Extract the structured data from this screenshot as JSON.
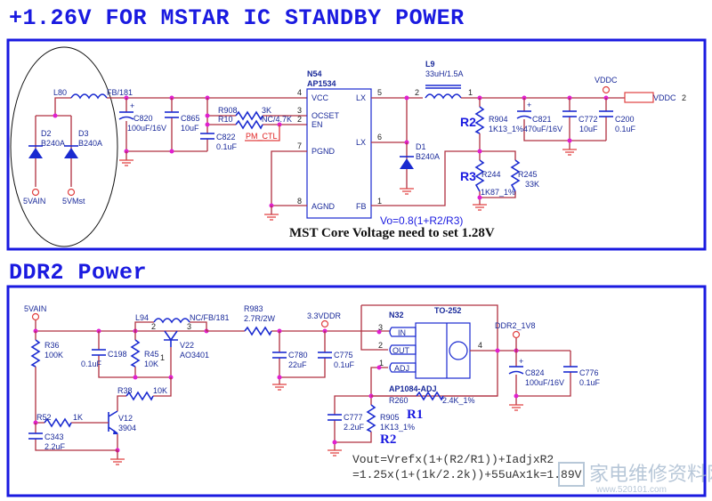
{
  "section1": {
    "title": "+1.26V FOR MSTAR IC STANDBY POWER",
    "inputs": {
      "vain": "5VAIN",
      "vmst": "5VMst"
    },
    "L80": {
      "ref": "L80",
      "value": "FB/181"
    },
    "D2": {
      "ref": "D2",
      "value": "B240A"
    },
    "D3": {
      "ref": "D3",
      "value": "B240A"
    },
    "C820": {
      "ref": "C820",
      "value": "100uF/16V"
    },
    "C865": {
      "ref": "C865",
      "value": "10uF"
    },
    "C822": {
      "ref": "C822",
      "value": "0.1uF"
    },
    "R908": {
      "ref": "R908",
      "value": "3K"
    },
    "R10": {
      "ref": "R10",
      "value": "NC/4.7K"
    },
    "pm_ctl": "PM_CTL",
    "ic": {
      "ref": "N54",
      "part": "AP1534",
      "pins_left": [
        {
          "num": "4",
          "name": "VCC"
        },
        {
          "num": "3",
          "name": "OCSET"
        },
        {
          "num": "2",
          "name": "EN"
        },
        {
          "num": "7",
          "name": "PGND"
        },
        {
          "num": "8",
          "name": "AGND"
        }
      ],
      "pins_right": [
        {
          "num": "5",
          "name": "LX"
        },
        {
          "num": "6",
          "name": "LX"
        },
        {
          "num": "1",
          "name": "FB"
        }
      ]
    },
    "L9": {
      "ref": "L9",
      "value": "33uH/1.5A",
      "pin_a": "2",
      "pin_b": "1"
    },
    "D1": {
      "ref": "D1",
      "value": "B240A"
    },
    "R904": {
      "ref": "R904",
      "value": "1K13_1%",
      "role": "R2"
    },
    "R244": {
      "ref": "R244",
      "value": "1K87_1%",
      "role": "R3"
    },
    "R245": {
      "ref": "R245",
      "value": "33K"
    },
    "C821": {
      "ref": "C821",
      "value": "470uF/16V"
    },
    "C772": {
      "ref": "C772",
      "value": "10uF"
    },
    "C200": {
      "ref": "C200",
      "value": "0.1uF"
    },
    "vddc_net": "VDDC",
    "vddc_port": "VDDC",
    "vddc_port_pin": "2",
    "formula": "Vo=0.8(1+R2/R3)",
    "note": "MST Core Voltage need to set 1.28V"
  },
  "section2": {
    "title": "DDR2 Power",
    "input": "5VAIN",
    "R36": {
      "ref": "R36",
      "value": "100K"
    },
    "C198": {
      "ref": "C198",
      "value": "0.1uF"
    },
    "R45": {
      "ref": "R45",
      "value": "10K"
    },
    "L94": {
      "ref": "L94",
      "value": "NC/FB/181",
      "pin_a": "2",
      "pin_b": "3"
    },
    "V22": {
      "ref": "V22",
      "value": "AO3401",
      "pin": "1"
    },
    "R38": {
      "ref": "R38",
      "value": "10K"
    },
    "R52": {
      "ref": "R52",
      "value": "1K"
    },
    "V12": {
      "ref": "V12",
      "value": "3904"
    },
    "C343": {
      "ref": "C343",
      "value": "2.2uF"
    },
    "R983": {
      "ref": "R983",
      "value": "2.7R/2W"
    },
    "net_33": "3.3VDDR",
    "C780": {
      "ref": "C780",
      "value": "22uF"
    },
    "C775": {
      "ref": "C775",
      "value": "0.1uF"
    },
    "ic": {
      "ref": "N32",
      "package": "TO-252",
      "part": "AP1084-ADJ",
      "pins": [
        {
          "num": "3",
          "name": "IN"
        },
        {
          "num": "2",
          "name": "OUT"
        },
        {
          "num": "1",
          "name": "ADJ"
        },
        {
          "num": "4",
          "name": ""
        }
      ]
    },
    "net_out": "DDR2_1V8",
    "C824": {
      "ref": "C824",
      "value": "100uF/16V"
    },
    "C776": {
      "ref": "C776",
      "value": "0.1uF"
    },
    "R260": {
      "ref": "R260",
      "value": "2.4K_1%",
      "role": "R1"
    },
    "R905": {
      "ref": "R905",
      "value": "1K13_1%",
      "role": "R2"
    },
    "C777": {
      "ref": "C777",
      "value": "2.2uF"
    },
    "formula_line1": "Vout=Vrefx(1+(R2/R1))+IadjxR2",
    "formula_line2": "=1.25x(1+(1k/2.2k))+55uAx1k=1.89V"
  },
  "watermark": {
    "text": "家电维修资料网",
    "url_text": "www.520101.com"
  }
}
